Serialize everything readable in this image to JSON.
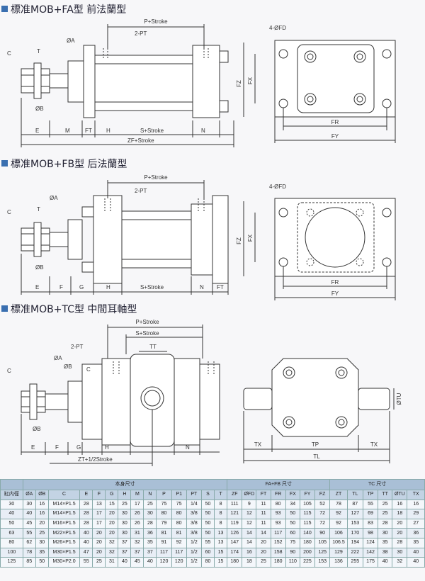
{
  "sections": {
    "fa": {
      "title": "標准MOB+FA型 前法蘭型"
    },
    "fb": {
      "title": "標准MOB+FB型 后法蘭型"
    },
    "tc": {
      "title": "標准MOB+TC型 中間耳軸型"
    }
  },
  "labels": {
    "p_stroke": "P+Stroke",
    "s_stroke": "S+Stroke",
    "zf_stroke": "ZF+Stroke",
    "zt_stroke": "ZT+1/2Stroke",
    "pt": "2-PT",
    "fd": "4-ØFD",
    "oa": "ØA",
    "ob": "ØB",
    "otu": "ØTU",
    "c": "C",
    "t": "T",
    "e": "E",
    "m": "M",
    "ft": "FT",
    "h": "H",
    "n": "N",
    "f": "F",
    "g": "G",
    "fz": "FZ",
    "fx": "FX",
    "fr": "FR",
    "fy": "FY",
    "tt": "TT",
    "tx": "TX",
    "tp": "TP",
    "tl": "TL"
  },
  "table": {
    "group_body": "本身尺寸",
    "group_fafb": "FA+FB 尺寸",
    "group_tc": "TC 尺寸",
    "columns": [
      "缸内徑",
      "ØA",
      "ØB",
      "C",
      "E",
      "F",
      "G",
      "H",
      "M",
      "N",
      "P",
      "P1",
      "PT",
      "S",
      "T",
      "ZF",
      "ØFD",
      "FT",
      "FR",
      "FX",
      "FY",
      "FZ",
      "ZT",
      "TL",
      "TP",
      "TT",
      "ØTU",
      "TX"
    ],
    "rows": [
      [
        "30",
        "30",
        "16",
        "M14×P1.5",
        "28",
        "13",
        "15",
        "25",
        "17",
        "25",
        "75",
        "75",
        "1/4",
        "50",
        "8",
        "111",
        "9",
        "11",
        "80",
        "34",
        "105",
        "52",
        "78",
        "87",
        "55",
        "25",
        "16",
        "16"
      ],
      [
        "40",
        "40",
        "16",
        "M14×P1.5",
        "28",
        "17",
        "20",
        "30",
        "26",
        "30",
        "80",
        "80",
        "3/8",
        "50",
        "8",
        "121",
        "12",
        "11",
        "93",
        "50",
        "115",
        "72",
        "92",
        "127",
        "69",
        "25",
        "18",
        "29"
      ],
      [
        "50",
        "45",
        "20",
        "M16×P1.5",
        "28",
        "17",
        "20",
        "30",
        "26",
        "28",
        "79",
        "80",
        "3/8",
        "50",
        "8",
        "119",
        "12",
        "11",
        "93",
        "50",
        "115",
        "72",
        "92",
        "153",
        "83",
        "28",
        "20",
        "27"
      ],
      [
        "63",
        "55",
        "25",
        "M22×P1.5",
        "40",
        "20",
        "20",
        "30",
        "31",
        "36",
        "81",
        "81",
        "3/8",
        "50",
        "13",
        "126",
        "14",
        "14",
        "117",
        "60",
        "140",
        "90",
        "106",
        "170",
        "98",
        "30",
        "20",
        "36"
      ],
      [
        "80",
        "62",
        "30",
        "M26×P1.5",
        "40",
        "20",
        "32",
        "37",
        "32",
        "35",
        "91",
        "92",
        "1/2",
        "55",
        "13",
        "147",
        "14",
        "20",
        "152",
        "75",
        "180",
        "105",
        "106.5",
        "194",
        "124",
        "35",
        "28",
        "35"
      ],
      [
        "100",
        "78",
        "35",
        "M30×P1.5",
        "47",
        "20",
        "32",
        "37",
        "37",
        "37",
        "117",
        "117",
        "1/2",
        "60",
        "15",
        "174",
        "16",
        "20",
        "158",
        "90",
        "200",
        "125",
        "129",
        "222",
        "142",
        "38",
        "30",
        "40"
      ],
      [
        "125",
        "85",
        "50",
        "M30×P2.0",
        "55",
        "25",
        "31",
        "40",
        "45",
        "40",
        "120",
        "120",
        "1/2",
        "80",
        "15",
        "180",
        "18",
        "25",
        "180",
        "110",
        "225",
        "153",
        "136",
        "255",
        "175",
        "40",
        "32",
        "40"
      ]
    ]
  }
}
